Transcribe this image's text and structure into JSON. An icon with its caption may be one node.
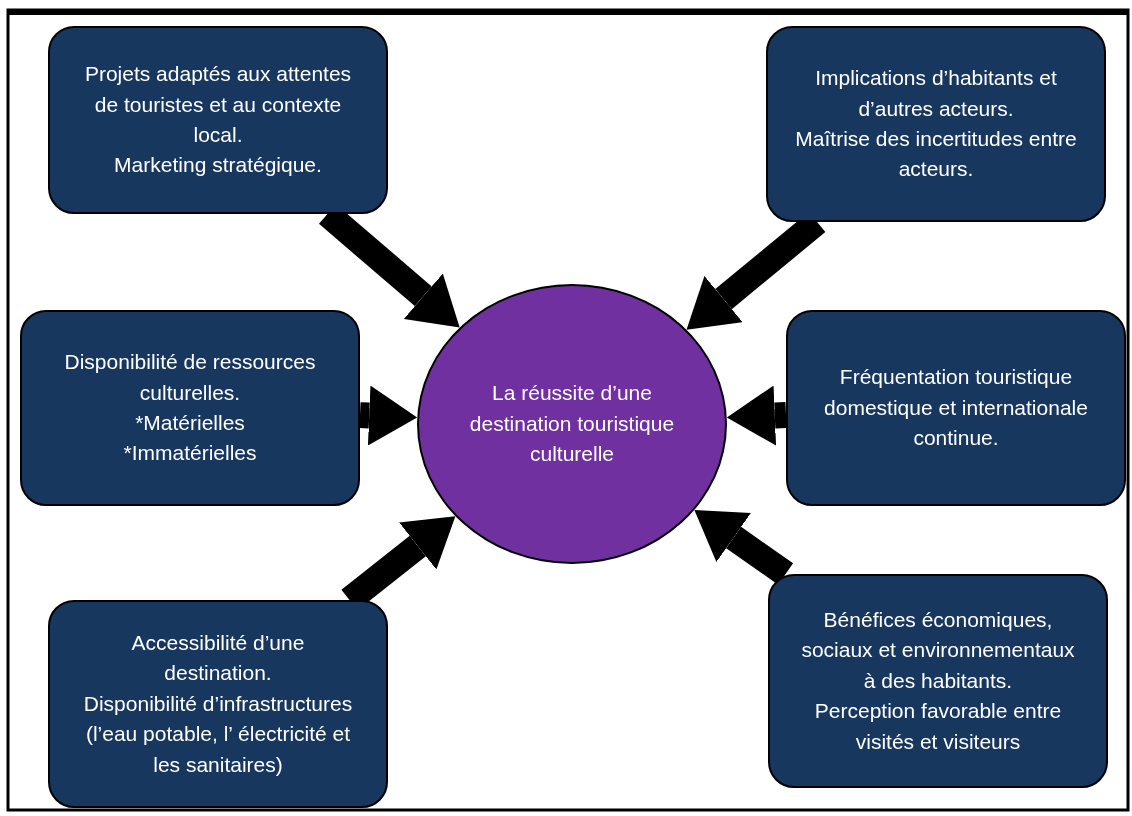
{
  "diagram": {
    "nodes": [
      {
        "text": [
          "Projets adaptés aux attentes de touristes et au contexte local.",
          "Marketing stratégique."
        ]
      },
      {
        "text": [
          "Implications d’habitants et d’autres acteurs.",
          "Maîtrise des incertitudes entre acteurs."
        ]
      },
      {
        "text": [
          "Disponibilité de ressources culturelles.",
          "*Matérielles",
          "*Immatérielles"
        ]
      },
      {
        "text": [
          "La réussite d’une destination touristique culturelle"
        ]
      },
      {
        "text": [
          "Fréquentation touristique domestique et internationale continue."
        ]
      },
      {
        "text": [
          "Accessibilité d’une destination.",
          "Disponibilité d’infrastructures (l’eau potable, l’ électricité et les sanitaires)"
        ]
      },
      {
        "text": [
          "Bénéfices économiques, sociaux et environnementaux à des habitants.",
          "Perception favorable entre visités et visiteurs"
        ]
      }
    ],
    "edges": [
      {
        "from": 0,
        "to": 3,
        "arrow": "to"
      },
      {
        "from": 1,
        "to": 3,
        "arrow": "to"
      },
      {
        "from": 2,
        "to": 3,
        "arrow": "to"
      },
      {
        "from": 4,
        "to": 3,
        "arrow": "to"
      },
      {
        "from": 5,
        "to": 3,
        "arrow": "to"
      },
      {
        "from": 6,
        "to": 3,
        "arrow": "to"
      }
    ]
  }
}
